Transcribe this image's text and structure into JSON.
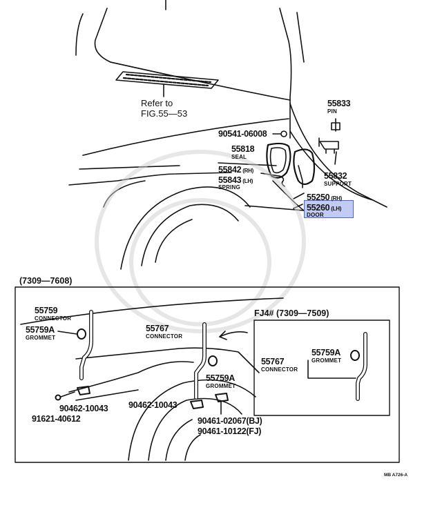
{
  "upper": {
    "ref_line1": "Refer to",
    "ref_line2": "FIG.55—53",
    "p55833": "55833",
    "p55833_name": "PIN",
    "p90541": "90541-06008",
    "p55818": "55818",
    "p55818_name": "SEAL",
    "p55842": "55842",
    "p55842_side": "(RH)",
    "p55843": "55843",
    "p55843_side": "(LH)",
    "p5584x_name": "SPRING",
    "p55832": "55832",
    "p55832_name": "SUPPORT",
    "p55250": "55250",
    "p55250_side": "(RH)",
    "p55260": "55260",
    "p55260_side": "(LH)",
    "p5526x_name": "DOOR"
  },
  "lower": {
    "range": "(7309—7608)",
    "p55759": "55759",
    "p55759_name": "CONNECTOR",
    "p55759A_left": "55759A",
    "p55759A_left_name": "GROMMET",
    "p55767": "55767",
    "p55767_name": "CONNECTOR",
    "p55759A_mid": "55759A",
    "p55759A_mid_name": "GROMMET",
    "p90462_left": "90462-10043",
    "p91621": "91621-40612",
    "p90462_mid": "90462-10043",
    "p90461_bj": "90461-02067(BJ)",
    "p90461_fj": "90461-10122(FJ)",
    "inset_title": "FJ4# (7309—7509)",
    "inset_p55759A": "55759A",
    "inset_p55759A_name": "GROMMET",
    "inset_p55767": "55767",
    "inset_p55767_name": "CONNECTOR"
  },
  "footer_code": "MB A726-A",
  "highlight_color": "#7f90e6"
}
